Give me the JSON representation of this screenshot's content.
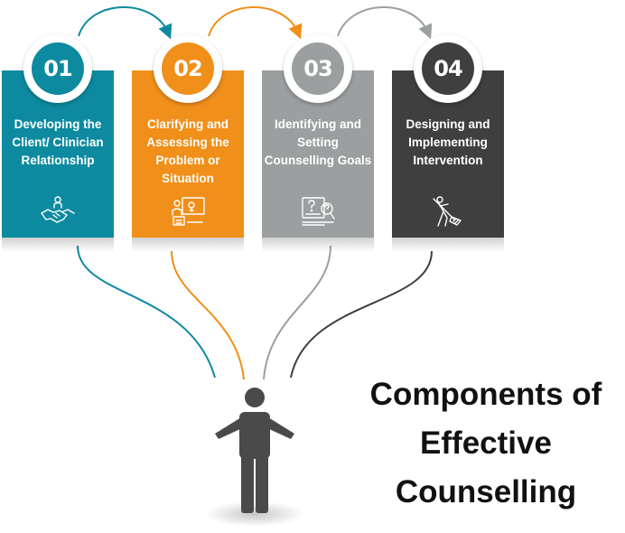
{
  "title": "Components of Effective Counselling",
  "steps": [
    {
      "number": "01",
      "label": "Developing the Client/ Clinician Relationship",
      "icon": "handshake-icon",
      "color": "#0e8aa0"
    },
    {
      "number": "02",
      "label": "Clarifying and Assessing the Problem or Situation",
      "icon": "assessment-board-icon",
      "color": "#f08f1a"
    },
    {
      "number": "03",
      "label": "Identifying and Setting Counselling Goals",
      "icon": "goal-question-icon",
      "color": "#9c9fa0"
    },
    {
      "number": "04",
      "label": "Designing and Implementing Intervention",
      "icon": "sweeping-person-icon",
      "color": "#3f3f3f"
    }
  ],
  "colors": {
    "teal": "#0e8aa0",
    "orange": "#f08f1a",
    "gray": "#9c9fa0",
    "dark": "#3f3f3f",
    "person": "#4a4a4a"
  }
}
